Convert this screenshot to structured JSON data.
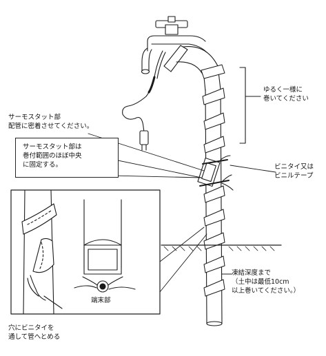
{
  "labels": {
    "wrap_evenly": "ゆるく一様に\n巻いてください",
    "thermostat_tight": "サーモスタット部\n配管に密着させてください。",
    "thermostat_fix": "サーモスタット部は\n巻付範囲のほぼ中央\nに固定する。",
    "tie_or_tape": "ビニタイ又は\nビニルテープ",
    "freeze_depth": "凍結深度まで\n（土中は最低10cm\n以上巻いてください。）",
    "end_part": "端末部",
    "hole_tie": "穴にビニタイを\n通して管へとめる"
  },
  "colors": {
    "line": "#1a1a1a",
    "fill": "#ffffff"
  }
}
